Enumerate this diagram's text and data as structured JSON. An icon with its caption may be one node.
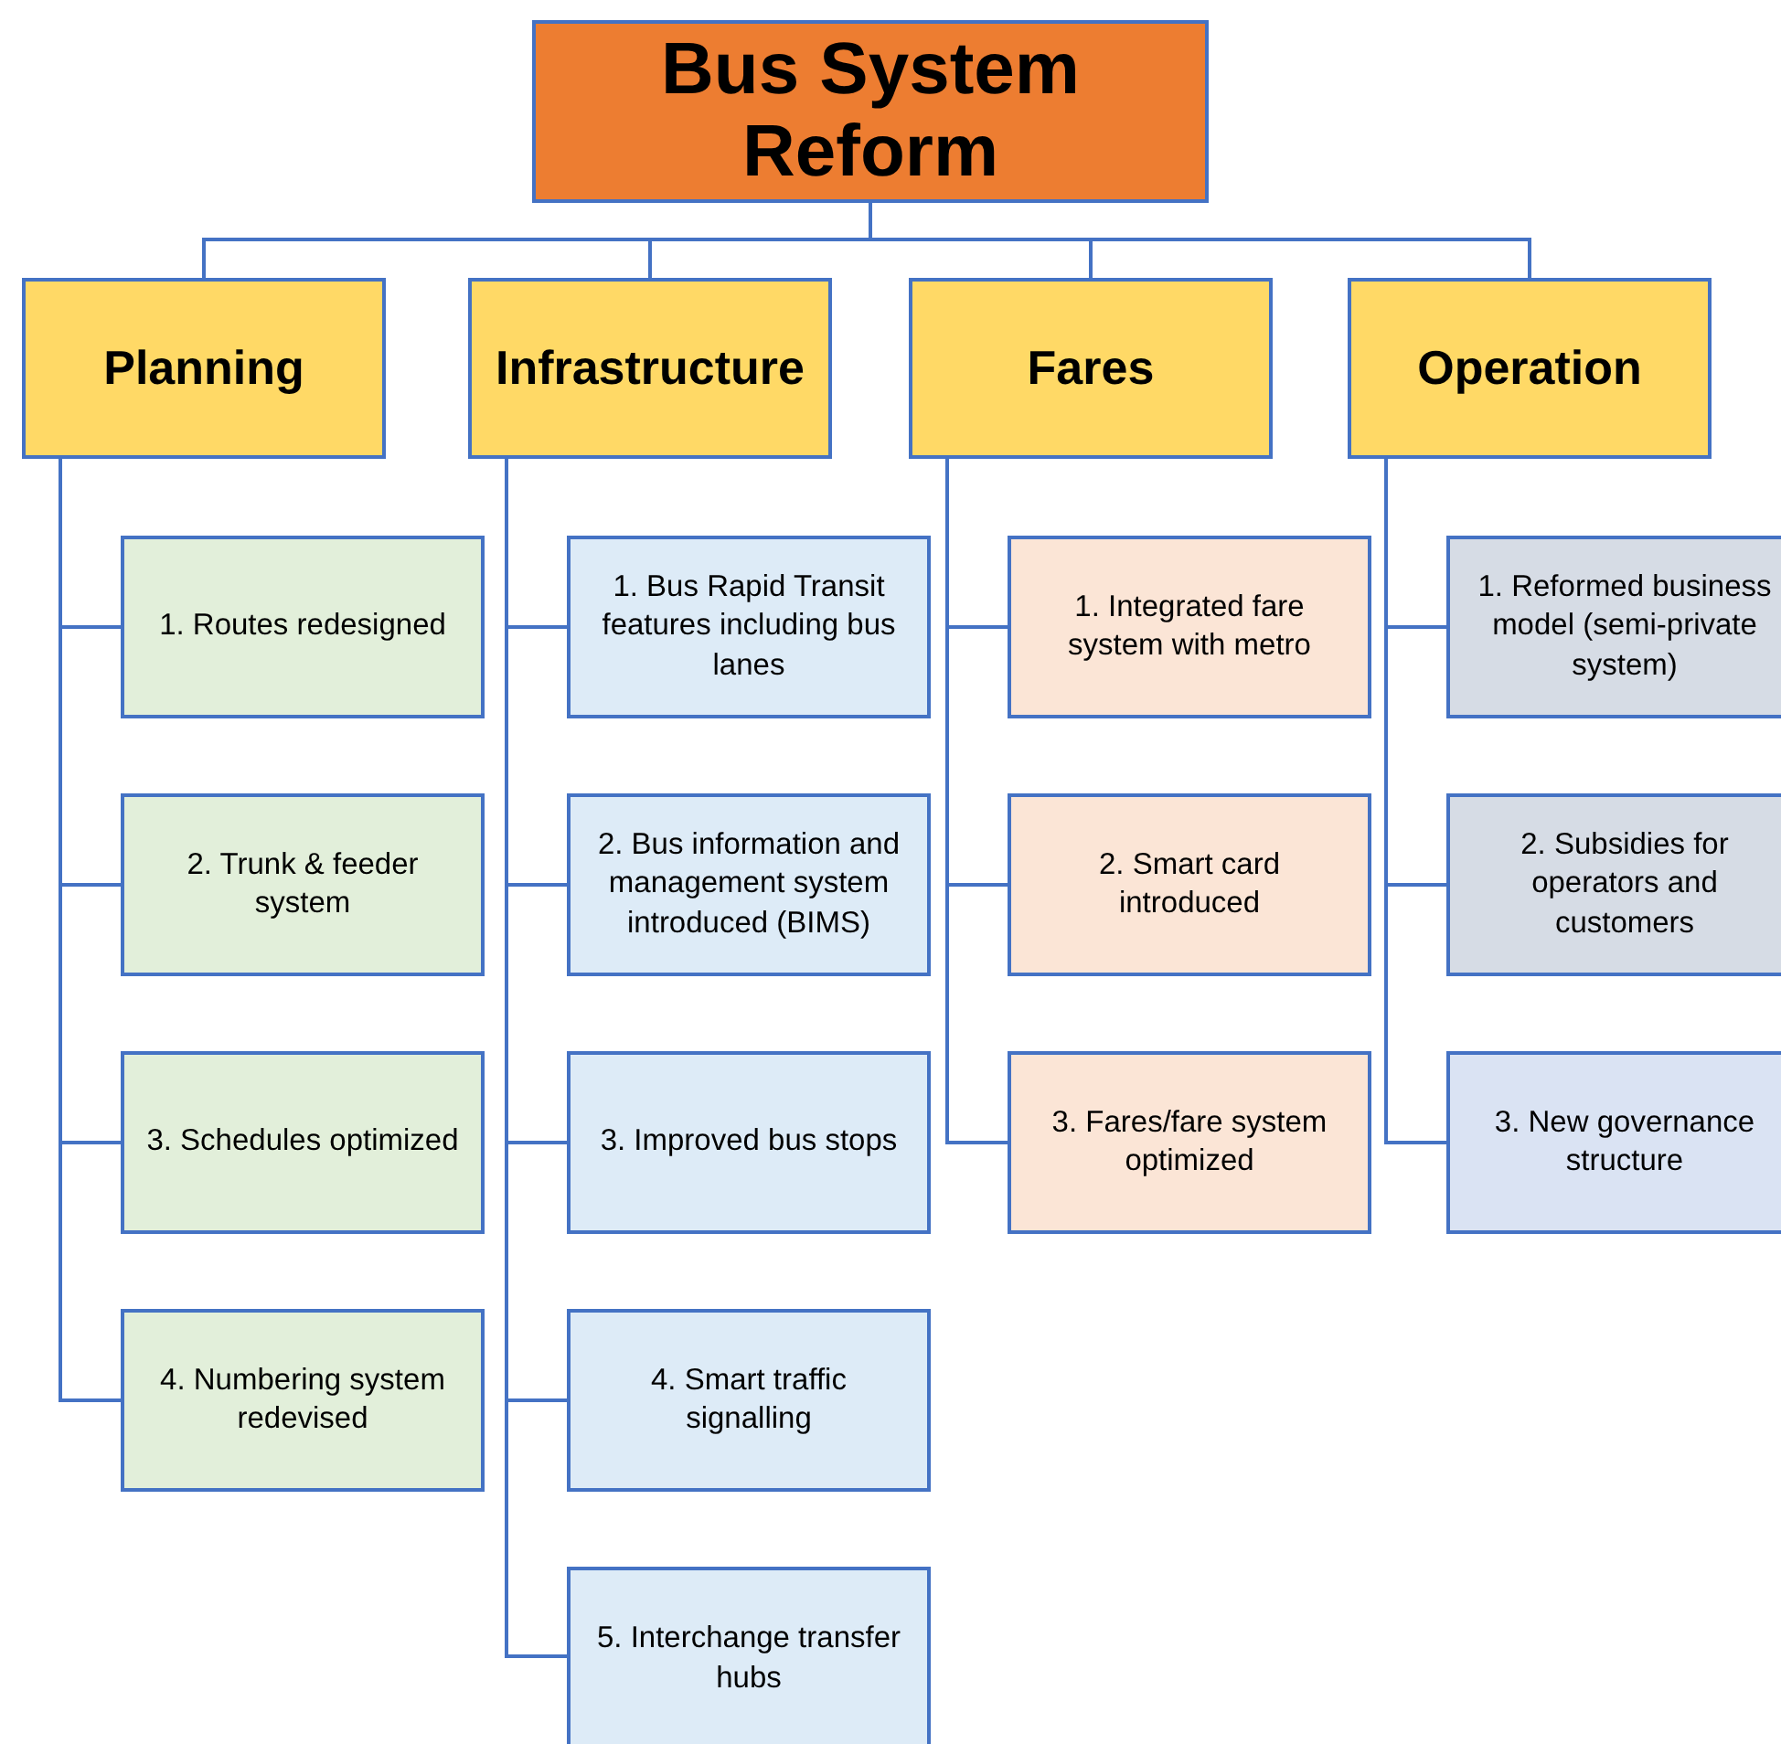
{
  "diagram": {
    "nodes": [
      {
        "text": [
          "Bus System Reform"
        ]
      },
      {
        "text": [
          "Planning"
        ]
      },
      {
        "text": [
          "Infrastructure"
        ]
      },
      {
        "text": [
          "Fares"
        ]
      },
      {
        "text": [
          "Operation"
        ]
      },
      {
        "text": [
          "1. Routes redesigned"
        ]
      },
      {
        "text": [
          "2. Trunk & feeder system"
        ]
      },
      {
        "text": [
          "3. Schedules optimized"
        ]
      },
      {
        "text": [
          "4. Numbering system redevised"
        ]
      },
      {
        "text": [
          "1. Bus Rapid Transit features including bus lanes"
        ]
      },
      {
        "text": [
          "2. Bus information and management system introduced (BIMS)"
        ]
      },
      {
        "text": [
          "3. Improved bus stops"
        ]
      },
      {
        "text": [
          "4. Smart traffic signalling"
        ]
      },
      {
        "text": [
          "5. Interchange transfer hubs"
        ]
      },
      {
        "text": [
          "1. Integrated fare system with metro"
        ]
      },
      {
        "text": [
          "2. Smart card introduced"
        ]
      },
      {
        "text": [
          "3. Fares/fare system optimized"
        ]
      },
      {
        "text": [
          "1. Reformed business model (semi-private system)"
        ]
      },
      {
        "text": [
          "2. Subsidies for operators and customers"
        ]
      },
      {
        "text": [
          "3. New governance structure"
        ]
      }
    ],
    "edges": [
      {
        "from": 0,
        "to": 1,
        "arrow": "none"
      },
      {
        "from": 0,
        "to": 2,
        "arrow": "none"
      },
      {
        "from": 0,
        "to": 3,
        "arrow": "none"
      },
      {
        "from": 0,
        "to": 4,
        "arrow": "none"
      },
      {
        "from": 1,
        "to": 5,
        "arrow": "none"
      },
      {
        "from": 1,
        "to": 6,
        "arrow": "none"
      },
      {
        "from": 1,
        "to": 7,
        "arrow": "none"
      },
      {
        "from": 1,
        "to": 8,
        "arrow": "none"
      },
      {
        "from": 2,
        "to": 9,
        "arrow": "none"
      },
      {
        "from": 2,
        "to": 10,
        "arrow": "none"
      },
      {
        "from": 2,
        "to": 11,
        "arrow": "none"
      },
      {
        "from": 2,
        "to": 12,
        "arrow": "none"
      },
      {
        "from": 2,
        "to": 13,
        "arrow": "none"
      },
      {
        "from": 3,
        "to": 14,
        "arrow": "none"
      },
      {
        "from": 3,
        "to": 15,
        "arrow": "none"
      },
      {
        "from": 3,
        "to": 16,
        "arrow": "none"
      },
      {
        "from": 4,
        "to": 17,
        "arrow": "none"
      },
      {
        "from": 4,
        "to": 18,
        "arrow": "none"
      },
      {
        "from": 4,
        "to": 19,
        "arrow": "none"
      }
    ]
  }
}
